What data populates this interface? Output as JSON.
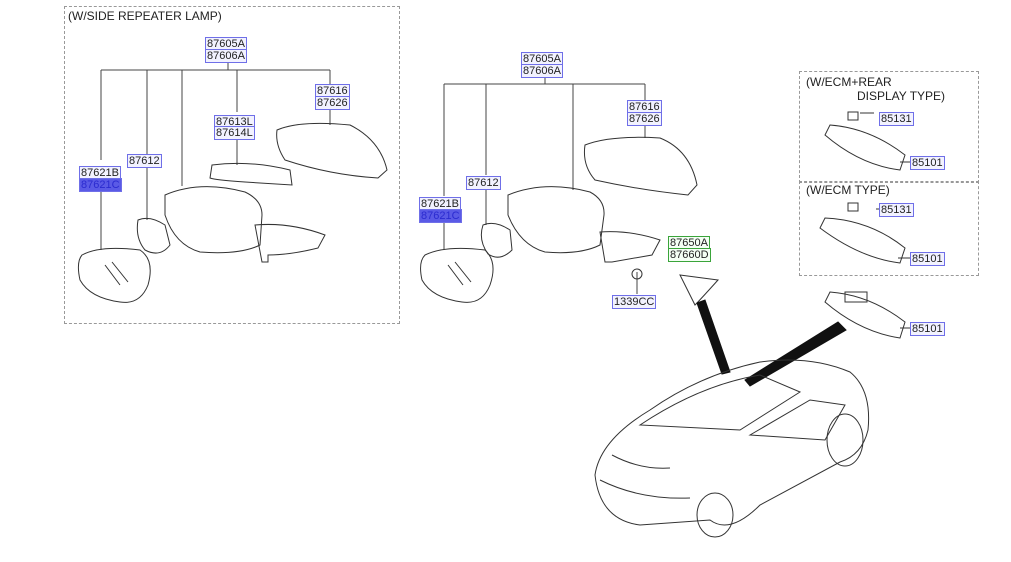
{
  "captions": {
    "side_repeater": "(W/SIDE REPEATER LAMP)",
    "ecm_rear_1": "(W/ECM+REAR",
    "ecm_rear_2": "DISPLAY TYPE)",
    "ecm_type": "(W/ECM TYPE)"
  },
  "left_group": {
    "assembly_1": "87605A",
    "assembly_2": "87606A",
    "cover_1": "87616",
    "cover_2": "87626",
    "lamp_1": "87613L",
    "lamp_2": "87614L",
    "actuator": "87612",
    "glass_1": "87621B",
    "glass_2": "87621C"
  },
  "middle_group": {
    "assembly_1": "87605A",
    "assembly_2": "87606A",
    "cover_1": "87616",
    "cover_2": "87626",
    "actuator": "87612",
    "glass_1": "87621B",
    "glass_2": "87621C",
    "garnish_1": "87650A",
    "garnish_2": "87660D",
    "nut": "1339CC"
  },
  "right_group": {
    "ecm_rear": {
      "bracket": "85131",
      "mirror": "85101"
    },
    "ecm": {
      "bracket": "85131",
      "mirror": "85101"
    },
    "standard": {
      "mirror": "85101"
    }
  }
}
